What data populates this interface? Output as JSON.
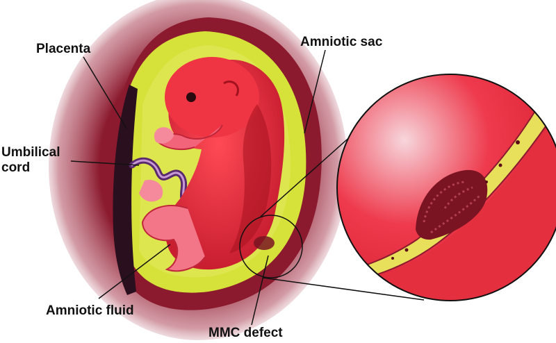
{
  "labels": {
    "placenta": "Placenta",
    "amniotic_sac": "Amniotic sac",
    "umbilical_cord_line1": "Umbilical",
    "umbilical_cord_line2": "cord",
    "amniotic_fluid": "Amniotic fluid",
    "mmc_defect": "MMC defect"
  },
  "colors": {
    "uterine_wall": "#8b1a2e",
    "amniotic_fluid": "#d6e23a",
    "fetus": "#e8283a",
    "placenta": "#2a0f1e",
    "umbilical_cord": "#5b2a6e",
    "lesion": "#7a1422"
  }
}
